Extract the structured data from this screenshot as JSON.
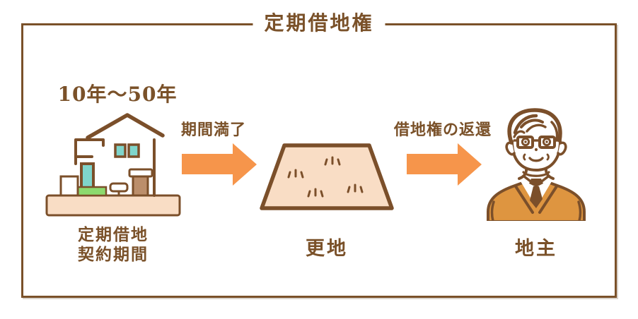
{
  "diagram": {
    "title": "定期借地権",
    "flow": {
      "start": {
        "duration": "10年～50年",
        "label_line1": "定期借地",
        "label_line2": "契約期間",
        "icon": "house-icon"
      },
      "arrow1": {
        "label": "期間満了",
        "icon": "arrow-right-icon"
      },
      "middle": {
        "label": "更地",
        "icon": "vacant-land-icon"
      },
      "arrow2": {
        "label": "借地権の返還",
        "icon": "arrow-right-icon"
      },
      "end": {
        "label": "地主",
        "icon": "landowner-icon"
      }
    },
    "colors": {
      "frame_brown": "#7A5129",
      "line_brown": "#7B4F2A",
      "arrow_orange": "#F6954B",
      "vest_orange": "#DE9540",
      "land_fill": "#F9DDC5",
      "window_teal": "#7FD5CB",
      "bush_green": "#8CDA6E",
      "door_brown": "#BB8E6B"
    }
  }
}
